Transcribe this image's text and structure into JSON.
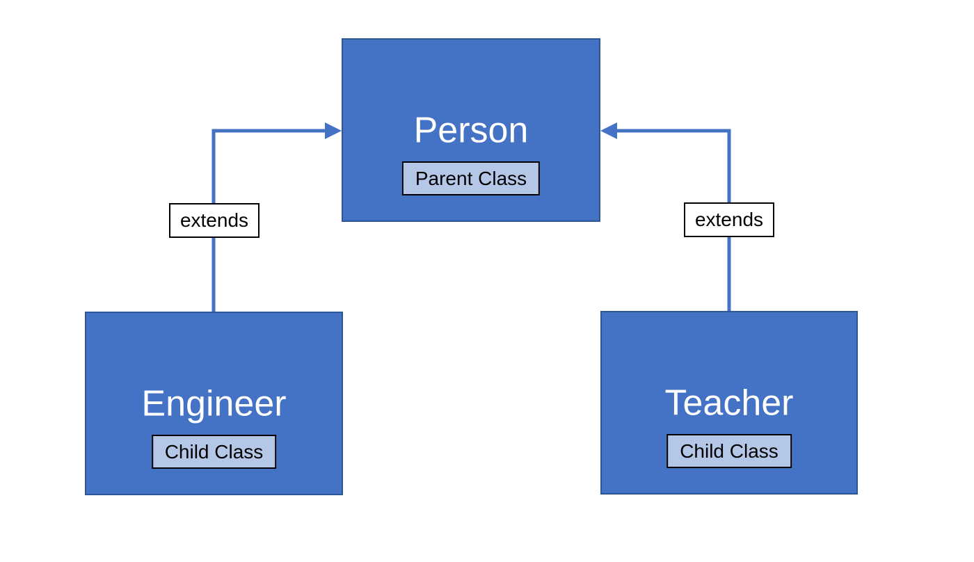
{
  "nodes": {
    "person": {
      "title": "Person",
      "badge": "Parent Class"
    },
    "engineer": {
      "title": "Engineer",
      "badge": "Child Class"
    },
    "teacher": {
      "title": "Teacher",
      "badge": "Child Class"
    }
  },
  "connectors": [
    {
      "from": "engineer",
      "to": "person",
      "label": "extends",
      "arrow_direction": "into-person-left-side"
    },
    {
      "from": "teacher",
      "to": "person",
      "label": "extends",
      "arrow_direction": "into-person-right-side"
    }
  ],
  "colors": {
    "canvas_bg": "#FFFFFF",
    "node_fill": "#4472C4",
    "node_border": "#2E5596",
    "node_title_text": "#FFFFFF",
    "badge_fill": "#B4C7E7",
    "badge_border": "#000000",
    "badge_text": "#000000",
    "connector_stroke": "#4472C4",
    "extends_label_bg": "#FFFFFF",
    "extends_label_border": "#000000",
    "extends_label_text": "#000000"
  }
}
